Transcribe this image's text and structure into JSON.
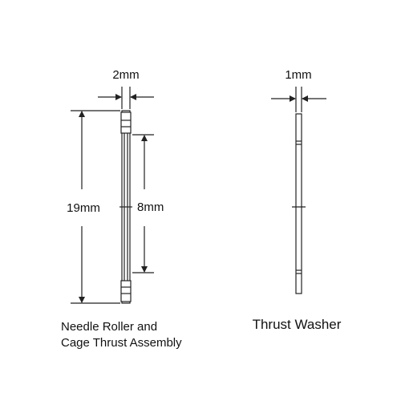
{
  "bearing": {
    "thickness_label": "2mm",
    "outer_height_label": "19mm",
    "inner_height_label": "8mm",
    "caption_line1": "Needle Roller and",
    "caption_line2": "Cage Thrust Assembly"
  },
  "washer": {
    "thickness_label": "1mm",
    "caption": "Thrust Washer"
  },
  "colors": {
    "line": "#222222",
    "fill": "#ffffff"
  }
}
